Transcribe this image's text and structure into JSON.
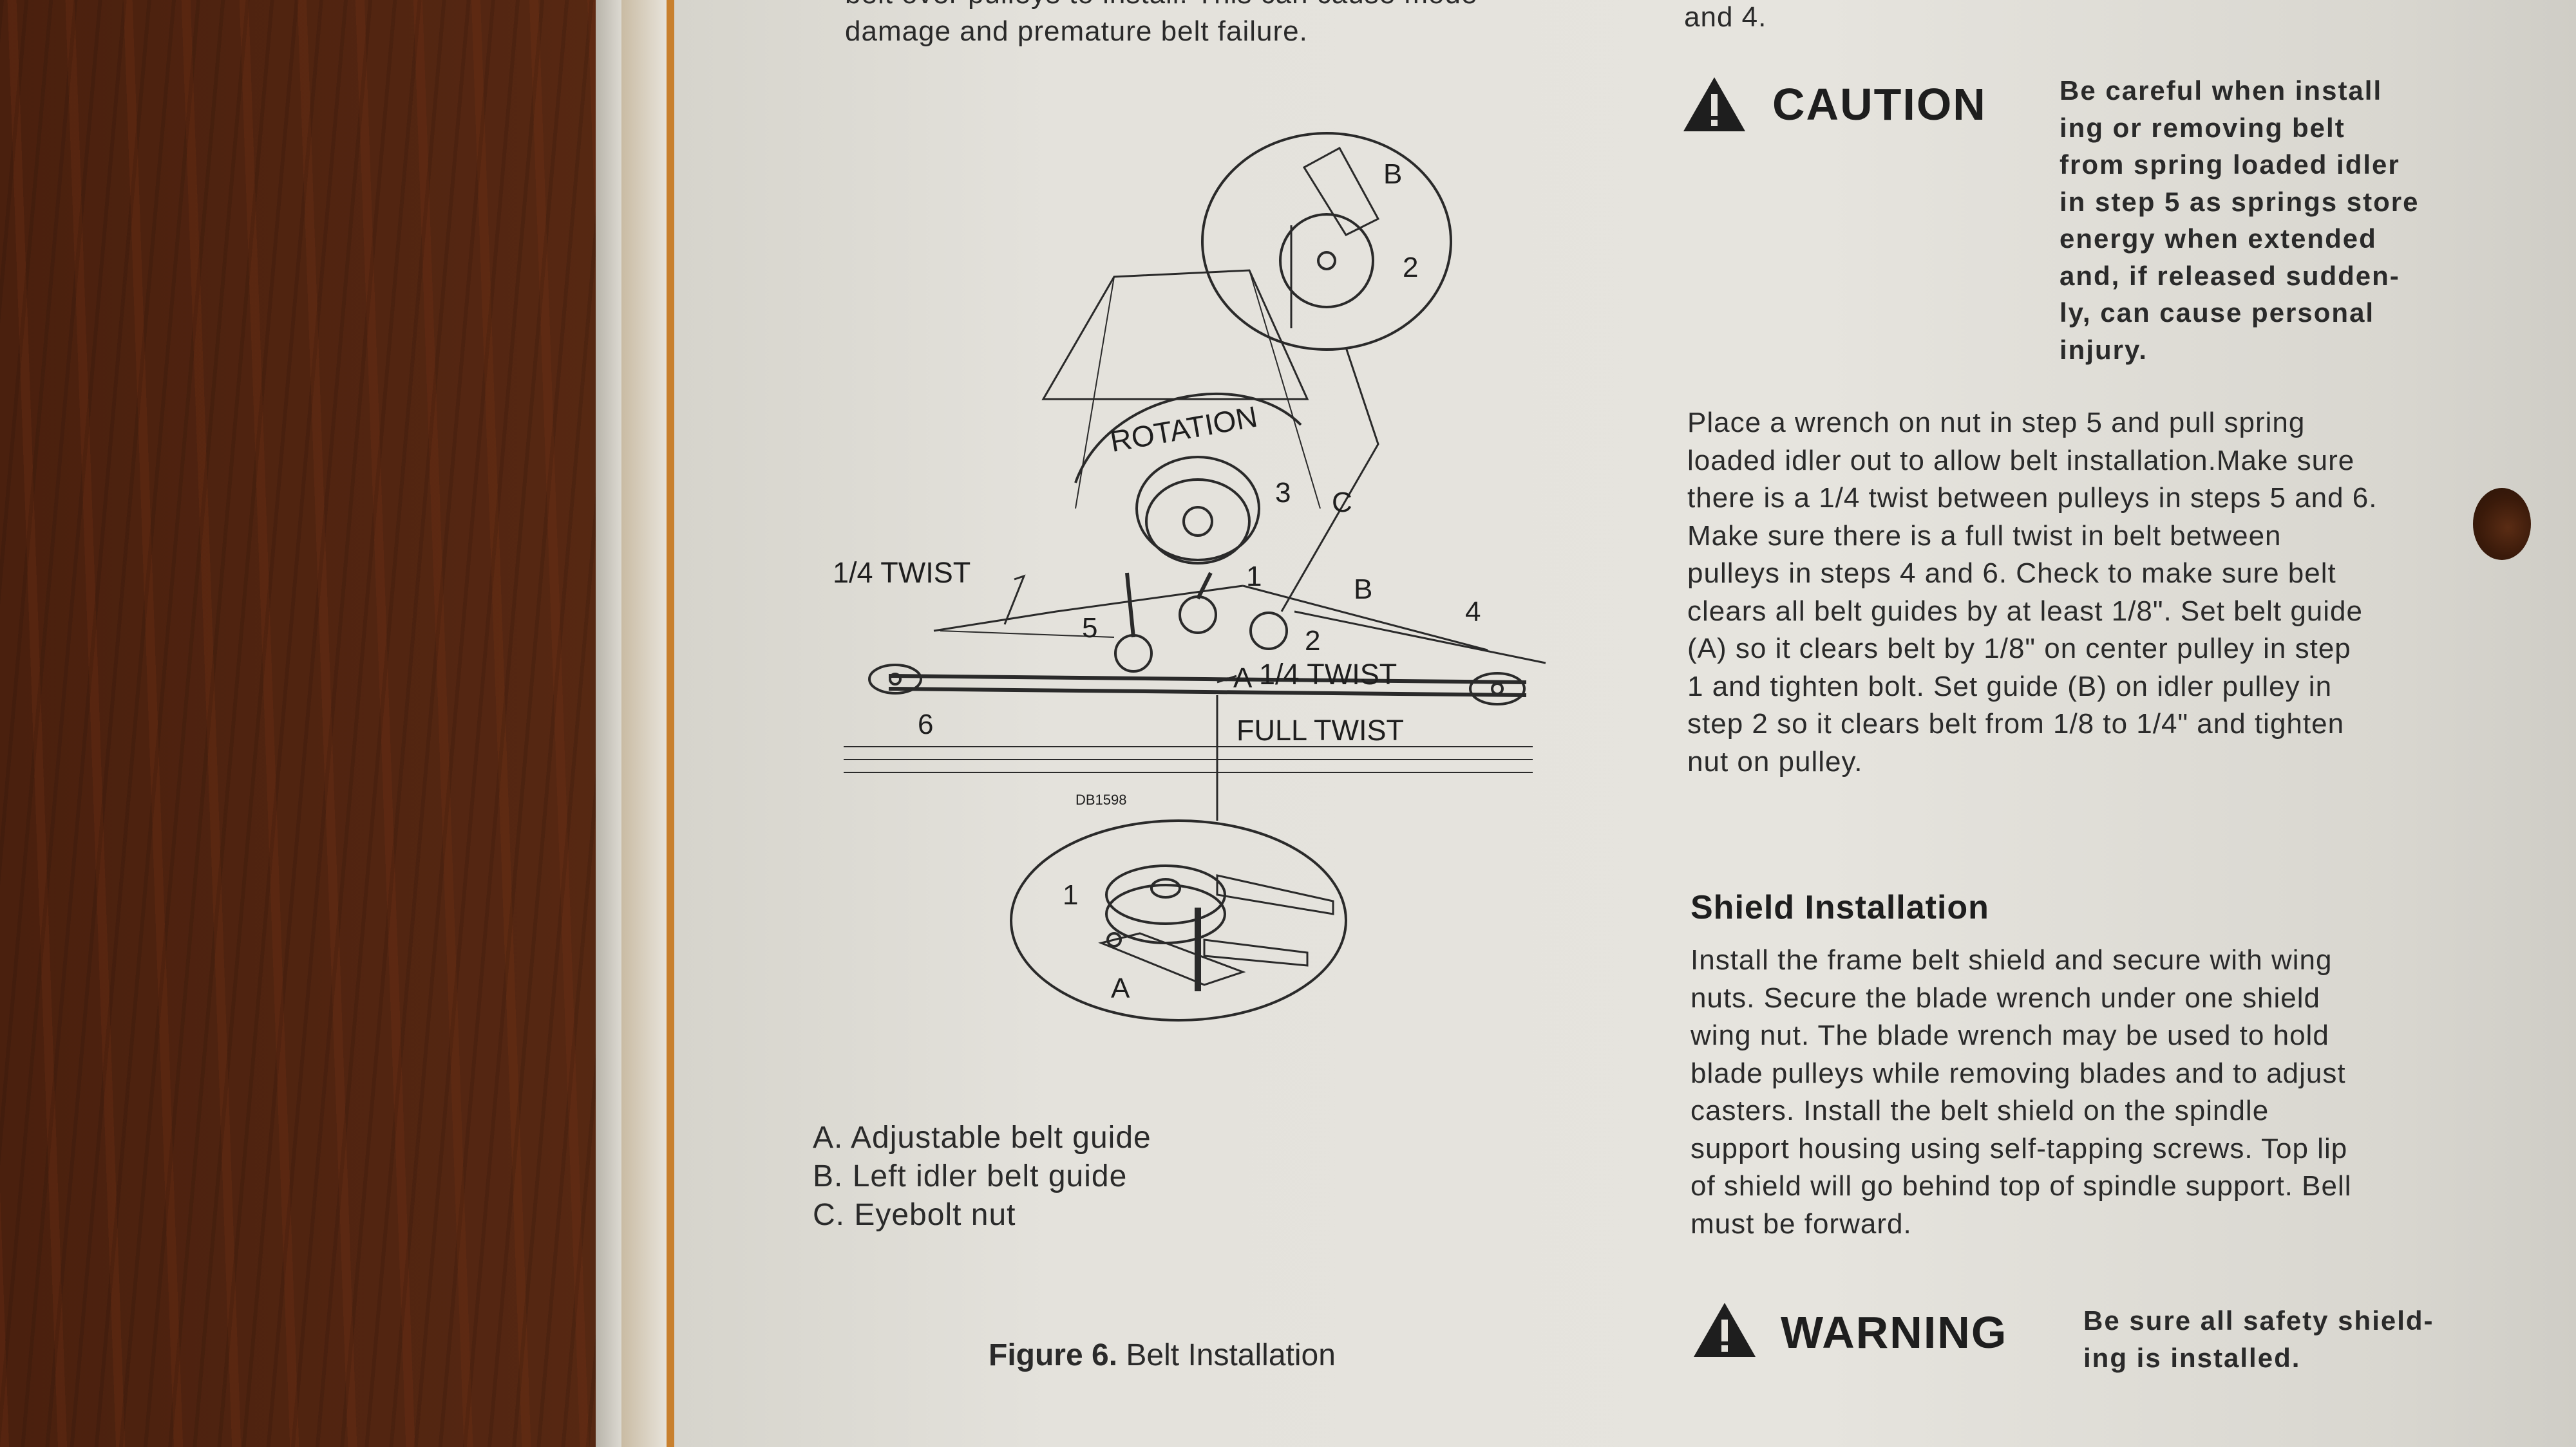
{
  "left_column": {
    "top_cut_line": "belt over pulleys to install. This can cause mode",
    "top_line": "damage and premature belt failure.",
    "figure": {
      "labels": {
        "rotation": "ROTATION",
        "quarter_twist_left": "1/4 TWIST",
        "quarter_twist_right": "1/4 TWIST",
        "full_twist": "FULL TWIST",
        "drawing_number": "DB1598",
        "n1": "1",
        "n2": "2",
        "n3": "3",
        "n4": "4",
        "n5": "5",
        "n6": "6",
        "a": "A",
        "b": "B",
        "c": "C",
        "inset_top_b": "B",
        "inset_top_2": "2",
        "inset_bottom_1": "1",
        "inset_bottom_a": "A"
      }
    },
    "legend": [
      "A. Adjustable belt guide",
      "B. Left idler belt guide",
      "C. Eyebolt nut"
    ],
    "caption": {
      "label": "Figure 6.",
      "text": "Belt Installation"
    }
  },
  "right_column": {
    "top_line": "and 4.",
    "caution": {
      "heading": "CAUTION",
      "lines": [
        "Be careful when install",
        "ing or removing belt",
        "from spring loaded idler",
        "in step 5 as springs store",
        "energy when extended",
        "and, if released sudden-",
        "ly, can cause personal",
        "injury."
      ]
    },
    "paragraph1": [
      "Place a wrench on nut in step 5 and pull spring",
      "loaded idler out to allow belt installation.Make sure",
      "there is a 1/4 twist between pulleys in steps 5 and 6.",
      "Make sure there is a full twist in belt between",
      "pulleys in steps 4 and 6. Check to make sure belt",
      "clears all belt guides by at least 1/8\". Set belt guide",
      "(A) so it clears belt by 1/8\" on center pulley in step",
      "1 and tighten bolt. Set guide (B) on idler pulley in",
      "step 2 so it clears belt from 1/8 to 1/4\" and tighten",
      "nut on pulley."
    ],
    "section_heading": "Shield Installation",
    "paragraph2": [
      "Install the frame belt shield and secure with wing",
      "nuts. Secure the blade wrench under one shield",
      "wing nut. The blade wrench may be used to hold",
      "blade pulleys while removing blades and to adjust",
      "casters. Install the belt shield on the spindle",
      "support housing using self-tapping screws. Top lip",
      "of shield will go behind top of spindle support. Bell",
      "must be forward."
    ],
    "warning": {
      "heading": "WARNING",
      "lines": [
        "Be sure all safety shield-",
        "ing is installed."
      ]
    }
  }
}
